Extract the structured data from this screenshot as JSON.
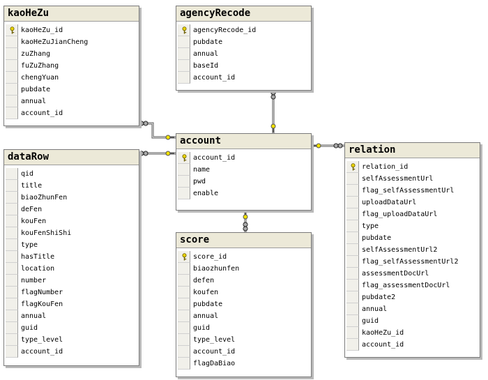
{
  "tables": {
    "kaoHeZu": {
      "title": "kaoHeZu",
      "columns": [
        {
          "name": "kaoHeZu_id",
          "pk": true
        },
        {
          "name": "kaoHeZuJianCheng"
        },
        {
          "name": "zuZhang"
        },
        {
          "name": "fuZuZhang"
        },
        {
          "name": "chengYuan"
        },
        {
          "name": "pubdate"
        },
        {
          "name": "annual"
        },
        {
          "name": "account_id"
        }
      ]
    },
    "agencyRecode": {
      "title": "agencyRecode",
      "columns": [
        {
          "name": "agencyRecode_id",
          "pk": true
        },
        {
          "name": "pubdate"
        },
        {
          "name": "annual"
        },
        {
          "name": "baseId"
        },
        {
          "name": "account_id"
        }
      ]
    },
    "account": {
      "title": "account",
      "columns": [
        {
          "name": "account_id",
          "pk": true
        },
        {
          "name": "name"
        },
        {
          "name": "pwd"
        },
        {
          "name": "enable"
        }
      ]
    },
    "dataRow": {
      "title": "dataRow",
      "columns": [
        {
          "name": "qid"
        },
        {
          "name": "title"
        },
        {
          "name": "biaoZhunFen"
        },
        {
          "name": "deFen"
        },
        {
          "name": "kouFen"
        },
        {
          "name": "kouFenShiShi"
        },
        {
          "name": "type"
        },
        {
          "name": "hasTitle"
        },
        {
          "name": "location"
        },
        {
          "name": "number"
        },
        {
          "name": "flagNumber"
        },
        {
          "name": "flagKouFen"
        },
        {
          "name": "annual"
        },
        {
          "name": "guid"
        },
        {
          "name": "type_level"
        },
        {
          "name": "account_id"
        }
      ]
    },
    "score": {
      "title": "score",
      "columns": [
        {
          "name": "score_id",
          "pk": true
        },
        {
          "name": "biaozhunfen"
        },
        {
          "name": "defen"
        },
        {
          "name": "koufen"
        },
        {
          "name": "pubdate"
        },
        {
          "name": "annual"
        },
        {
          "name": "guid"
        },
        {
          "name": "type_level"
        },
        {
          "name": "account_id"
        },
        {
          "name": "flagDaBiao"
        }
      ]
    },
    "relation": {
      "title": "relation",
      "columns": [
        {
          "name": "relation_id",
          "pk": true
        },
        {
          "name": "selfAssessmentUrl"
        },
        {
          "name": "flag_selfAssessmentUrl"
        },
        {
          "name": "uploadDataUrl"
        },
        {
          "name": "flag_uploadDataUrl"
        },
        {
          "name": "type"
        },
        {
          "name": "pubdate"
        },
        {
          "name": "selfAssessmentUrl2"
        },
        {
          "name": "flag_selfAssessmentUrl2"
        },
        {
          "name": "assessmentDocUrl"
        },
        {
          "name": "flag_assessmentDocUrl"
        },
        {
          "name": "pubdate2"
        },
        {
          "name": "annual"
        },
        {
          "name": "guid"
        },
        {
          "name": "kaoHeZu_id"
        },
        {
          "name": "account_id"
        }
      ]
    }
  },
  "relationships": [
    {
      "from": "kaoHeZu",
      "to": "account"
    },
    {
      "from": "agencyRecode",
      "to": "account"
    },
    {
      "from": "dataRow",
      "to": "account"
    },
    {
      "from": "score",
      "to": "account"
    },
    {
      "from": "relation",
      "to": "account"
    }
  ]
}
